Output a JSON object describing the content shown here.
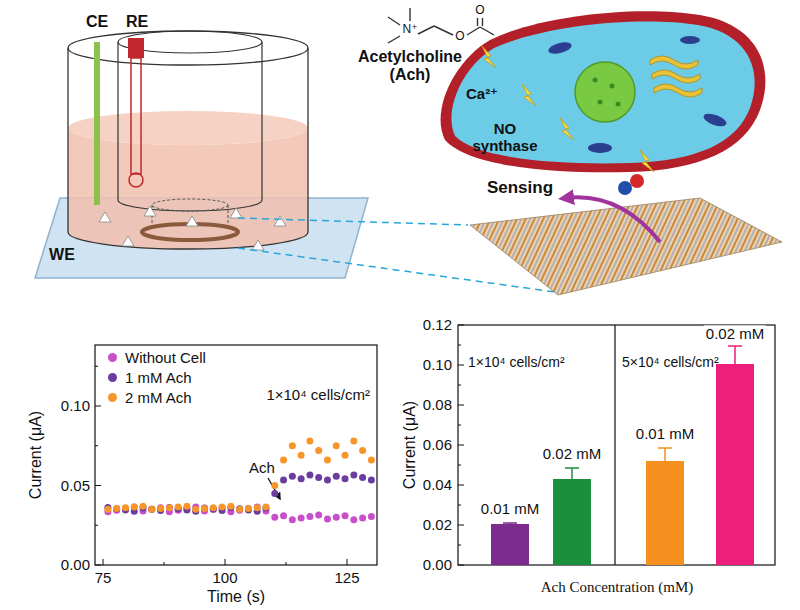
{
  "diagram": {
    "nodes": [
      {
        "text": [
          "Ca²⁺",
          "NO synthase"
        ]
      }
    ],
    "labels": [
      "CE",
      "RE",
      "N⁺",
      "O",
      "O",
      "Acetylcholine (Ach)",
      "Sensing",
      "WE",
      "0.10",
      "0.05",
      "0.00",
      "Current (μA)",
      "75",
      "100",
      "125",
      "Time (s)",
      "Ach",
      "1×10⁴ cells/cm²",
      "0.12",
      "0.10",
      "0.08",
      "0.06",
      "0.04",
      "0.02",
      "0.00",
      "Current (μA)",
      "1×10⁴ cells/cm²",
      "0.01 mM",
      "0.02 mM",
      "5×10⁴ cells/cm²",
      "0.01 mM",
      "0.02 mM",
      "Ach Concentration (mM)"
    ],
    "legend": [
      {
        "text": "Without Cell",
        "color": "#c84fc9"
      },
      {
        "text": "1 mM Ach",
        "color": "#6a3d9e"
      },
      {
        "text": "2 mM Ach",
        "color": "#f5962a"
      }
    ]
  }
}
